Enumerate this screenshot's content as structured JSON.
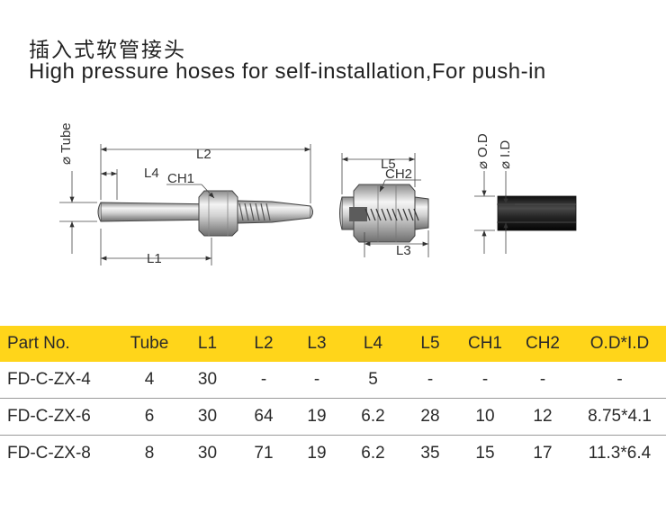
{
  "header": {
    "title_cn": "插入式软管接头",
    "title_en": "High pressure hoses for self-installation,For push-in"
  },
  "drawing": {
    "labels": {
      "tube": "Tube",
      "l1": "L1",
      "l2": "L2",
      "l4": "L4",
      "ch1": "CH1",
      "l5": "L5",
      "ch2": "CH2",
      "l3": "L3",
      "od": "O.D",
      "id": "I.D"
    }
  },
  "table": {
    "headers": [
      "Part No.",
      "Tube",
      "L1",
      "L2",
      "L3",
      "L4",
      "L5",
      "CH1",
      "CH2",
      "O.D*I.D"
    ],
    "rows": [
      [
        "FD-C-ZX-4",
        "4",
        "30",
        "-",
        "-",
        "5",
        "-",
        "-",
        "-",
        "-"
      ],
      [
        "FD-C-ZX-6",
        "6",
        "30",
        "64",
        "19",
        "6.2",
        "28",
        "10",
        "12",
        "8.75*4.1"
      ],
      [
        "FD-C-ZX-8",
        "8",
        "30",
        "71",
        "19",
        "6.2",
        "35",
        "15",
        "17",
        "11.3*6.4"
      ]
    ]
  },
  "colors": {
    "header_background": "#ffd51a"
  }
}
